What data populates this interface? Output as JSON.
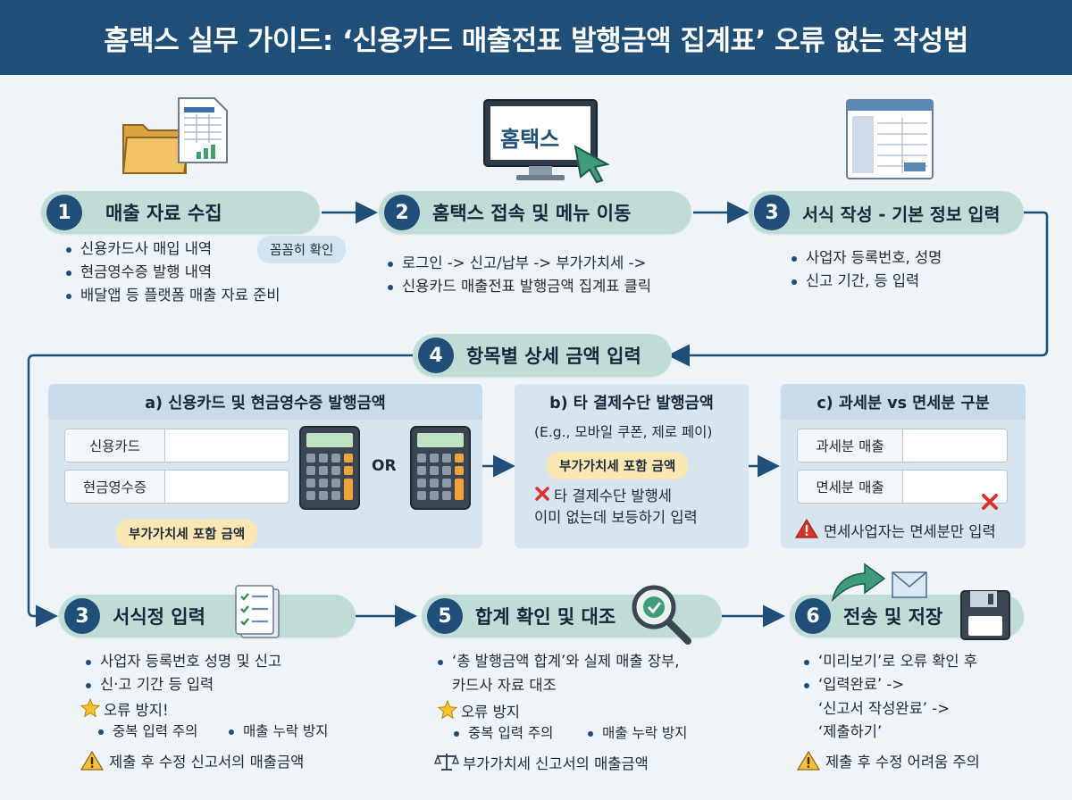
{
  "title": "홈택스 실무 가이드: ‘신용카드 매출전표 발행금액 집계표’ 오류 없는 작성법",
  "step1": {
    "num": "1",
    "label": "매출 자료 수집",
    "items": [
      "신용카드사 매입 내역",
      "현금영수증 발행 내역",
      "배달앱 등 플랫폼 매출 자료 준비"
    ],
    "tag": "꼼꼼히 확인"
  },
  "step2": {
    "num": "2",
    "label": "홈택스 접속 및 메뉴 이동",
    "screen_text": "홈택스",
    "items": [
      "로그인 -> 신고/납부 -> 부가가치세 ->",
      "신용카드 매출전표 발행금액 집계표 클릭"
    ]
  },
  "step3": {
    "num": "3",
    "label": "서식 작성 - 기본 정보 입력",
    "items": [
      "사업자 등록번호, 성명",
      "신고 기간, 등 입력"
    ]
  },
  "step4": {
    "num": "4",
    "label": "항목별 상세 금액 입력",
    "panel_a": {
      "title": "a) 신용카드 및 현금영수증 발행금액",
      "field1": "신용카드",
      "field2": "현금영수증",
      "or": "OR",
      "note": "부가가치세 포함 금액"
    },
    "panel_b": {
      "title": "b) 타 결제수단 발행금액",
      "subtitle": "(E.g., 모바일 쿠폰, 제로 페이)",
      "note": "부가가치세 포함 금액",
      "warn1": "타 결제수단 발행세",
      "warn2": "이미 없는데 보등하기 입력"
    },
    "panel_c": {
      "title": "c) 과세분 vs 면세분 구분",
      "field1": "과세분 매출",
      "field2": "면세분 매출",
      "warn": "면세사업자는 면세분만 입력"
    }
  },
  "step5a": {
    "num": "3",
    "label": "서식정 입력",
    "items": [
      "사업자 등록번호 성명 및 신고",
      "신·고 기간 등 입력"
    ],
    "star": "오류 방지!",
    "sub": [
      "중복 입력 주의",
      "매출 누락 방지"
    ],
    "warn": "제출 후 수정 신고서의 매출금액"
  },
  "step5": {
    "num": "5",
    "label": "합계 확인 및 대조",
    "items": [
      "‘총 발행금액 합계’와 실제 매출 장부,",
      "카드사 자료 대조"
    ],
    "star": "오류 방지",
    "sub": [
      "중복 입력 주의",
      "매출 누락 방지"
    ],
    "warn": "부가가치세 신고서의 매출금액"
  },
  "step6": {
    "num": "6",
    "label": "전송 및 저장",
    "items": [
      "‘미리보기’로 오류 확인 후",
      "‘입력완료’ ->"
    ],
    "cont": [
      "‘신고서 작성완료’ ->",
      "‘제출하기’"
    ],
    "warn": "제출 후 수정 어려움 주의"
  },
  "colors": {
    "header": "#1f4e78",
    "pill": "#bfdcd6",
    "badge": "#1f4e78",
    "panel": "#d8e5ef",
    "highlight": "#fbe7b3",
    "warning": "#e8a317",
    "error": "#d9342b"
  },
  "icons": [
    "folder-icon",
    "spreadsheet-icon",
    "monitor-icon",
    "cursor-icon",
    "form-icon",
    "calculator-icon",
    "checklist-icon",
    "magnifier-check-icon",
    "envelope-icon",
    "floppy-disk-icon",
    "star-icon",
    "warning-icon",
    "cross-icon",
    "scale-icon"
  ]
}
